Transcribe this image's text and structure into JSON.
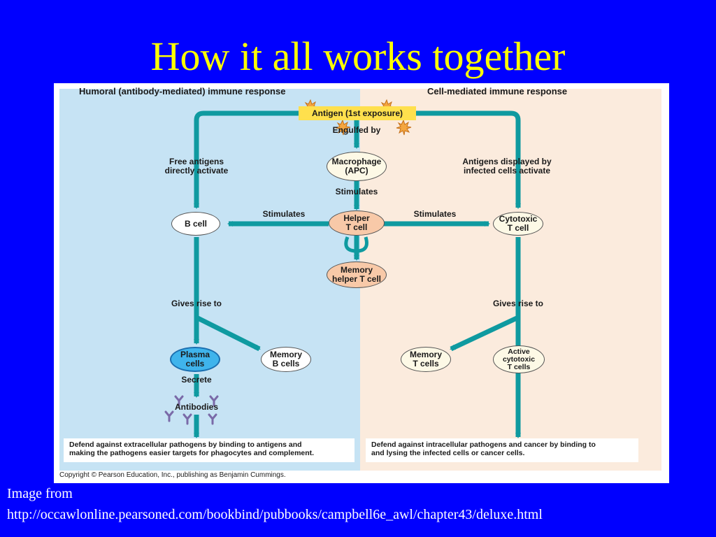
{
  "slide": {
    "title": "How it all works together",
    "caption_line1": "Image from",
    "caption_line2": "http://occawlonline.pearsoned.com/bookbind/pubbooks/campbell6e_awl/chapter43/deluxe.html"
  },
  "figure": {
    "humoral_title": "Humoral (antibody-mediated) immune response",
    "cell_mediated_title": "Cell-mediated immune response",
    "antigen": "Antigen (1st exposure)",
    "engulfed_by": "Engulfed by",
    "macrophage": "Macrophage\n(APC)",
    "free_antigens": "Free antigens\ndirectly activate",
    "antigens_displayed": "Antigens displayed by\ninfected cells activate",
    "stimulates_center": "Stimulates",
    "stimulates_left": "Stimulates",
    "stimulates_right": "Stimulates",
    "b_cell": "B cell",
    "helper_t_cell": "Helper\nT cell",
    "cytotoxic_t_cell": "Cytotoxic\nT cell",
    "memory_helper_t_cell": "Memory\nhelper T cell",
    "gives_rise_left": "Gives rise to",
    "gives_rise_right": "Gives rise to",
    "plasma_cells": "Plasma\ncells",
    "memory_b_cells": "Memory\nB cells",
    "memory_t_cells": "Memory\nT cells",
    "active_cytotoxic_t_cells": "Active\ncytotoxic\nT cells",
    "secrete": "Secrete",
    "antibodies": "Antibodies",
    "defend_humoral": "Defend against extracellular pathogens by binding to antigens and\nmaking the pathogens easier targets for phagocytes and complement.",
    "defend_cell_mediated": "Defend against intracellular pathogens and cancer by binding to\nand lysing the infected cells or cancer cells.",
    "copyright": "Copyright © Pearson Education, Inc., publishing as Benjamin Cummings."
  },
  "colors": {
    "background": "#0000ff",
    "title": "#ffff00",
    "arrow": "#0f9aa0",
    "humoral_panel": "#c6e3f4",
    "cell_mediated_panel": "#fbebdd",
    "antigen_box": "#ffe04d",
    "plasma_cells": "#3fb4ec",
    "helper_t_cell": "#f8c9a8"
  }
}
